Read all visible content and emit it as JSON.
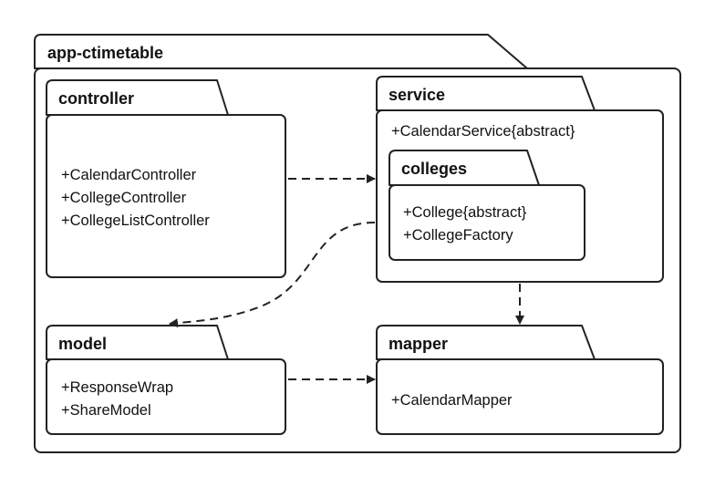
{
  "diagram": {
    "root": {
      "title": "app-ctimetable"
    },
    "controller": {
      "title": "controller",
      "members": [
        "+CalendarController",
        "+CollegeController",
        "+CollegeListController"
      ]
    },
    "service": {
      "title": "service",
      "members": [
        "+CalendarService{abstract}"
      ]
    },
    "colleges": {
      "title": "colleges",
      "members": [
        "+College{abstract}",
        "+CollegeFactory"
      ]
    },
    "model": {
      "title": "model",
      "members": [
        "+ResponseWrap",
        "+ShareModel"
      ]
    },
    "mapper": {
      "title": "mapper",
      "members": [
        "+CalendarMapper"
      ]
    }
  }
}
